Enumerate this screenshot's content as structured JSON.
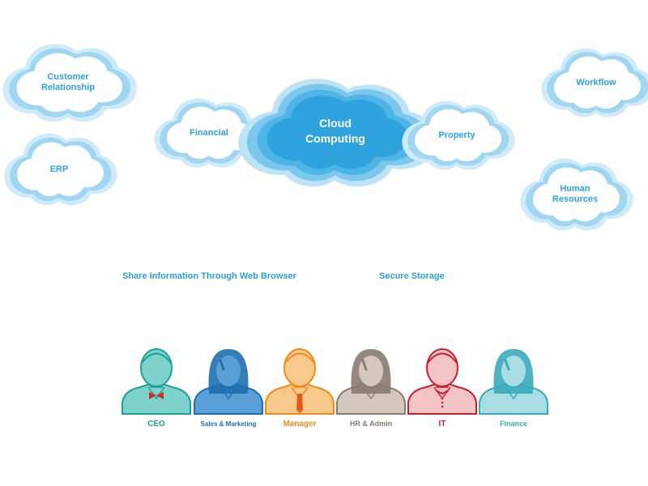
{
  "clouds": {
    "center": {
      "line1": "Cloud",
      "line2": "Computing"
    },
    "customer_relationship": {
      "line1": "Customer",
      "line2": "Relationship"
    },
    "erp": {
      "label": "ERP"
    },
    "financial": {
      "label": "Financial"
    },
    "property": {
      "label": "Property"
    },
    "workflow": {
      "label": "Workflow"
    },
    "human_resources": {
      "line1": "Human",
      "line2": "Resources"
    }
  },
  "captions": {
    "share": "Share Information Through Web Browser",
    "storage": "Secure Storage"
  },
  "roles": [
    {
      "label": "CEO",
      "color": "#1aa19a",
      "fill": "#7fd1cb",
      "accent": "#d12a2a",
      "figure": "male",
      "neckwear": "bowtie"
    },
    {
      "label": "Sales & Marketing",
      "color": "#1e6fb0",
      "fill": "#5aa0d6",
      "accent": "#1e6fb0",
      "figure": "female",
      "neckwear": "none"
    },
    {
      "label": "Manager",
      "color": "#f08a1c",
      "fill": "#f8c98a",
      "accent": "#e25a1c",
      "figure": "male",
      "neckwear": "tie"
    },
    {
      "label": "HR & Admin",
      "color": "#8a7a70",
      "fill": "#d2c8c0",
      "accent": "#8a7a70",
      "figure": "female",
      "neckwear": "none"
    },
    {
      "label": "IT",
      "color": "#c8202f",
      "fill": "#f2c4c6",
      "accent": "#c8202f",
      "figure": "male",
      "neckwear": "buttons"
    },
    {
      "label": "Finance",
      "color": "#3aaabb",
      "fill": "#a8dde4",
      "accent": "#3aaabb",
      "figure": "female",
      "neckwear": "none"
    }
  ],
  "colors": {
    "cloud_outer": "#bfe3f6",
    "cloud_mid": "#8fd0f0",
    "cloud_inner": "#ffffff",
    "center_outer": "#7cc7ee",
    "center_inner": "#2fa3dd",
    "text_blue": "#29a3dc"
  }
}
